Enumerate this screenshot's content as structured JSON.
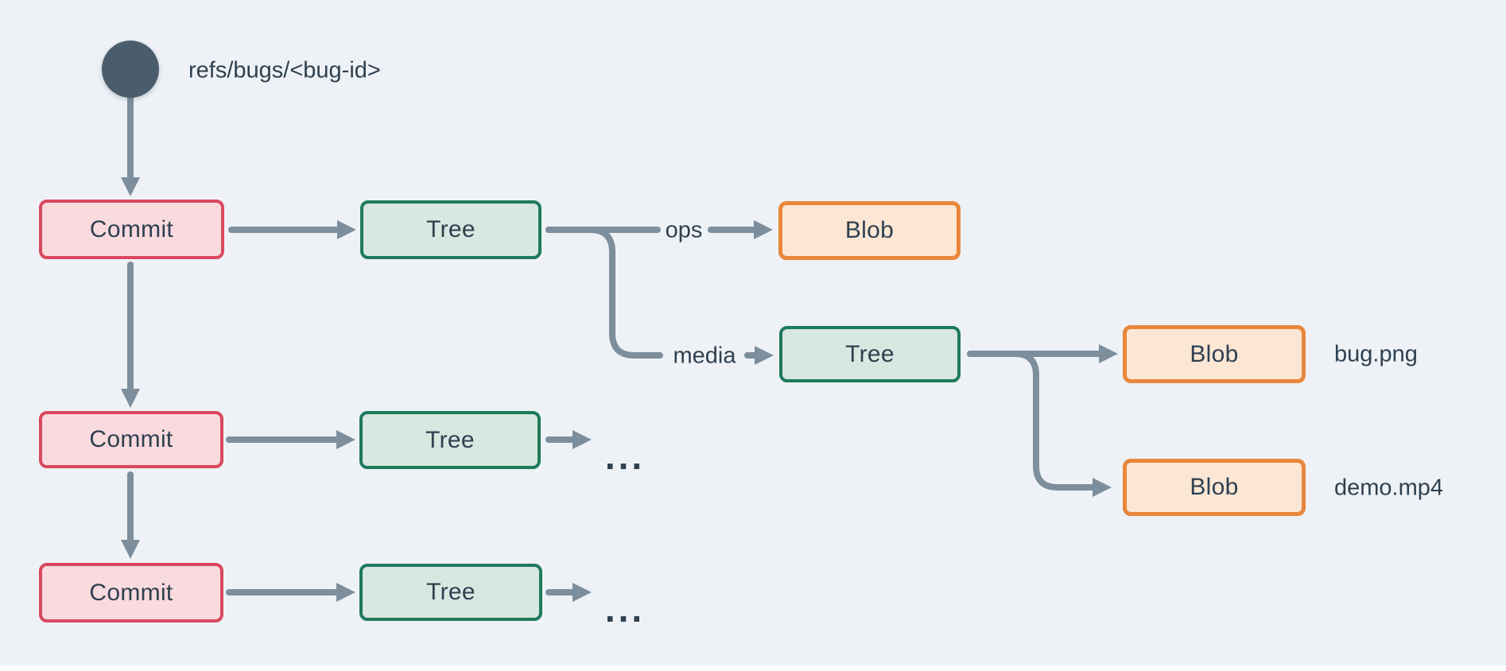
{
  "diagram": {
    "ref_label": "refs/bugs/<bug-id>",
    "node_labels": {
      "commit": "Commit",
      "tree": "Tree",
      "blob": "Blob"
    },
    "edge_labels": {
      "ops": "ops",
      "media": "media"
    },
    "file_labels": {
      "bug_png": "bug.png",
      "demo_mp4": "demo.mp4"
    },
    "ellipsis": "...",
    "colors": {
      "bg": "#eef2f6",
      "connector": "#7d8e9c",
      "text": "#2f4050",
      "ref_circle": "#4a5d6d",
      "commit_border": "#d9495f",
      "commit_fill": "#f9dade",
      "tree_border": "#1e7a5c",
      "tree_fill": "#d8e7e0",
      "blob_border": "#e8873c",
      "blob_fill": "#fce6d4"
    }
  }
}
